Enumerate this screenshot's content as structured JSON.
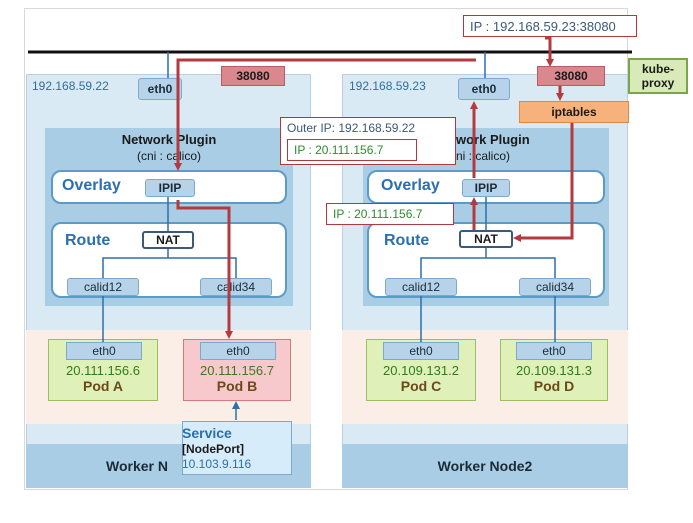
{
  "external_callout": "IP : 192.168.59.23:38080",
  "kube_proxy": "kube-\nproxy",
  "iptables": "iptables",
  "outer_ip_callout": {
    "line1": "Outer IP: 192.168.59.22",
    "line2": "IP : 20.111.156.7"
  },
  "inner_ip_callout": "IP : 20.111.156.7",
  "node1": {
    "ip": "192.168.59.22",
    "eth": "eth0",
    "port": "38080",
    "plugin_title": "Network Plugin",
    "plugin_sub": "(cni : calico)",
    "overlay_label": "Overlay",
    "ipip": "IPIP",
    "route_label": "Route",
    "nat": "NAT",
    "calid_a": "calid12",
    "calid_b": "calid34",
    "name": "Worker N",
    "pods": [
      {
        "eth": "eth0",
        "ip": "20.111.156.6",
        "name": "Pod A"
      },
      {
        "eth": "eth0",
        "ip": "20.111.156.7",
        "name": "Pod B"
      }
    ],
    "service": {
      "title": "Service",
      "type": "[NodePort]",
      "ip": "10.103.9.116"
    }
  },
  "node2": {
    "ip": "192.168.59.23",
    "eth": "eth0",
    "port": "38080",
    "plugin_title": "Network Plugin",
    "plugin_sub": "(cni : calico)",
    "plugin_title_visible": "work Plugin",
    "plugin_sub_visible": "ni : calico)",
    "overlay_label": "Overlay",
    "ipip": "IPIP",
    "route_label": "Route",
    "nat": "NAT",
    "calid_a": "calid12",
    "calid_b": "calid34",
    "name": "Worker Node2",
    "pods": [
      {
        "eth": "eth0",
        "ip": "20.109.131.2",
        "name": "Pod C"
      },
      {
        "eth": "eth0",
        "ip": "20.109.131.3",
        "name": "Pod D"
      }
    ]
  },
  "colors": {
    "flow_arrow": "#b53a3f",
    "node_bg": "#daeaf5",
    "plugin_bg": "#a9cde4",
    "pod_green": "#dff0b8",
    "pod_red": "#f7c9cc",
    "overlay_text": "#2a6fb0"
  }
}
